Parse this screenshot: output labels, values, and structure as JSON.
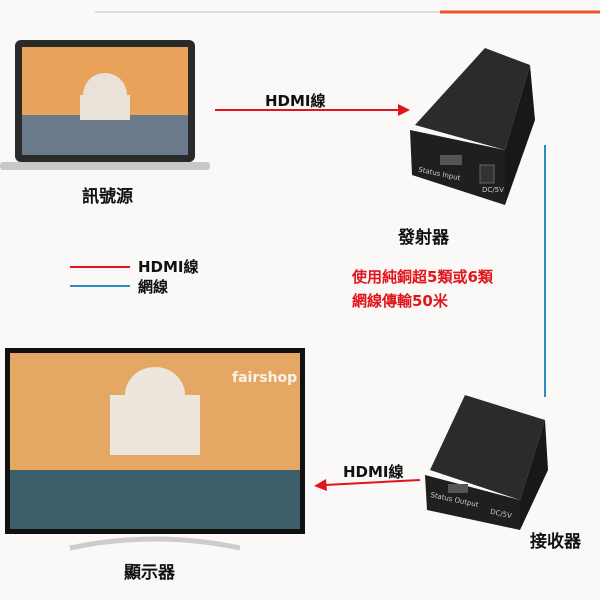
{
  "labels": {
    "source": "訊號源",
    "transmitter": "發射器",
    "receiver": "接收器",
    "display": "顯示器",
    "hdmi_top": "HDMI線",
    "hdmi_bottom": "HDMI線"
  },
  "legend": {
    "hdmi": "HDMI線",
    "network": "網線"
  },
  "note": {
    "line1": "使用純銅超5類或6類",
    "line2": "網線傳輸50米"
  },
  "tx": {
    "port_label": "Status Input",
    "power_label": "DC/5V"
  },
  "rx": {
    "port_label": "Status Output",
    "power_label": "DC/5V"
  },
  "watermark": "fairshop",
  "colors": {
    "hdmi": "#e0161c",
    "network": "#2a8fc0",
    "accent": "#e8562a"
  }
}
